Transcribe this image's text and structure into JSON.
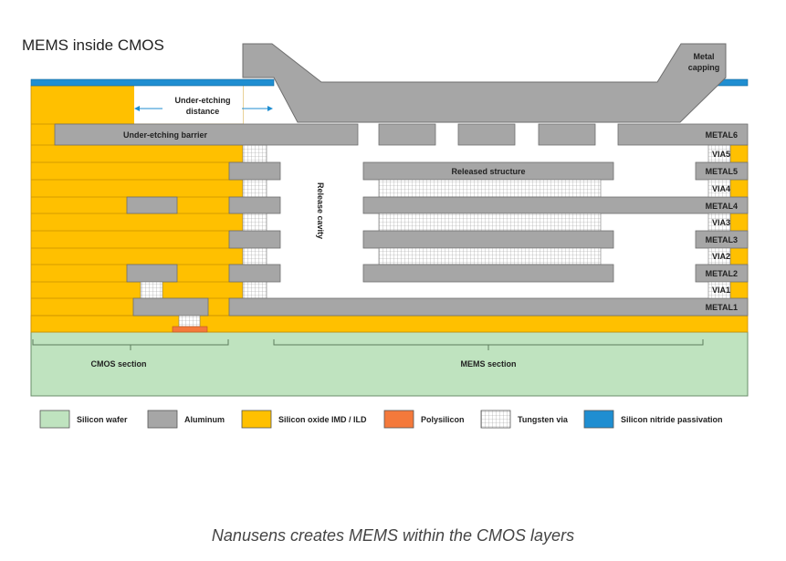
{
  "title": "MEMS inside CMOS",
  "caption": "Nanusens creates MEMS within the CMOS layers",
  "colors": {
    "silicon_wafer": "#bfe3bf",
    "aluminum": "#a6a6a6",
    "oxide": "#ffc000",
    "polysilicon": "#f4793b",
    "tungsten": "#ffffff",
    "nitride": "#1f8ed1"
  },
  "labels": {
    "metal_capping": [
      "Metal",
      "capping"
    ],
    "under_etching_distance": [
      "Under-etching",
      "distance"
    ],
    "under_etching_barrier": "Under-etching barrier",
    "released_structure": "Released structure",
    "release_cavity": "Release cavity",
    "cmos_section": "CMOS section",
    "mems_section": "MEMS section"
  },
  "layers": [
    "METAL6",
    "VIA5",
    "METAL5",
    "VIA4",
    "METAL4",
    "VIA3",
    "METAL3",
    "VIA2",
    "METAL2",
    "VIA1",
    "METAL1"
  ],
  "legend": [
    {
      "label": "Silicon wafer",
      "color_key": "silicon_wafer"
    },
    {
      "label": "Aluminum",
      "color_key": "aluminum"
    },
    {
      "label": "Silicon oxide IMD / ILD",
      "color_key": "oxide"
    },
    {
      "label": "Polysilicon",
      "color_key": "polysilicon"
    },
    {
      "label": "Tungsten via",
      "color_key": "tungsten"
    },
    {
      "label": "Silicon nitride passivation",
      "color_key": "nitride"
    }
  ]
}
